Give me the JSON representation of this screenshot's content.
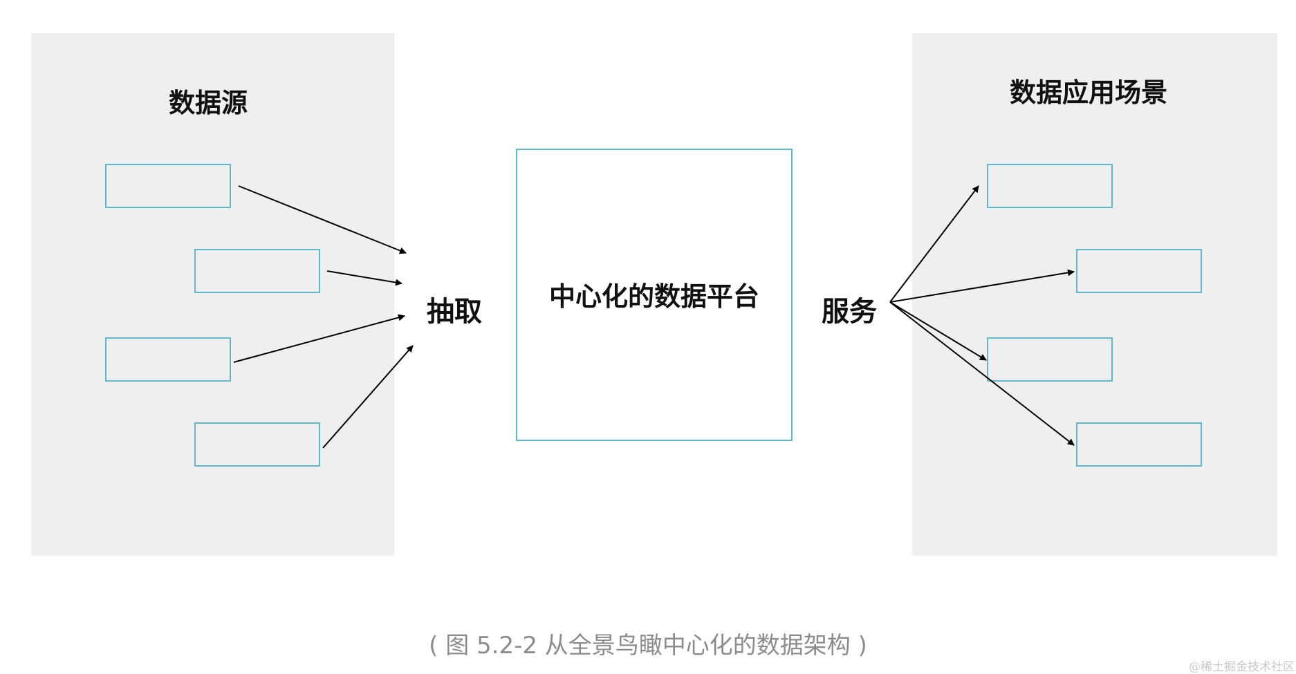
{
  "panels": {
    "left_title": "数据源",
    "right_title": "数据应用场景"
  },
  "platform": {
    "label": "中心化的数据平台"
  },
  "edges": {
    "extract_label": "抽取",
    "serve_label": "服务"
  },
  "caption": "( 图 5.2-2 从全景鸟瞰中心化的数据架构 )",
  "watermark": "@稀土掘金技术社区",
  "colors": {
    "panel_background": "#efefef",
    "box_border": "#5fb7c8",
    "arrow": "#000000",
    "caption": "#8c8c8c"
  }
}
